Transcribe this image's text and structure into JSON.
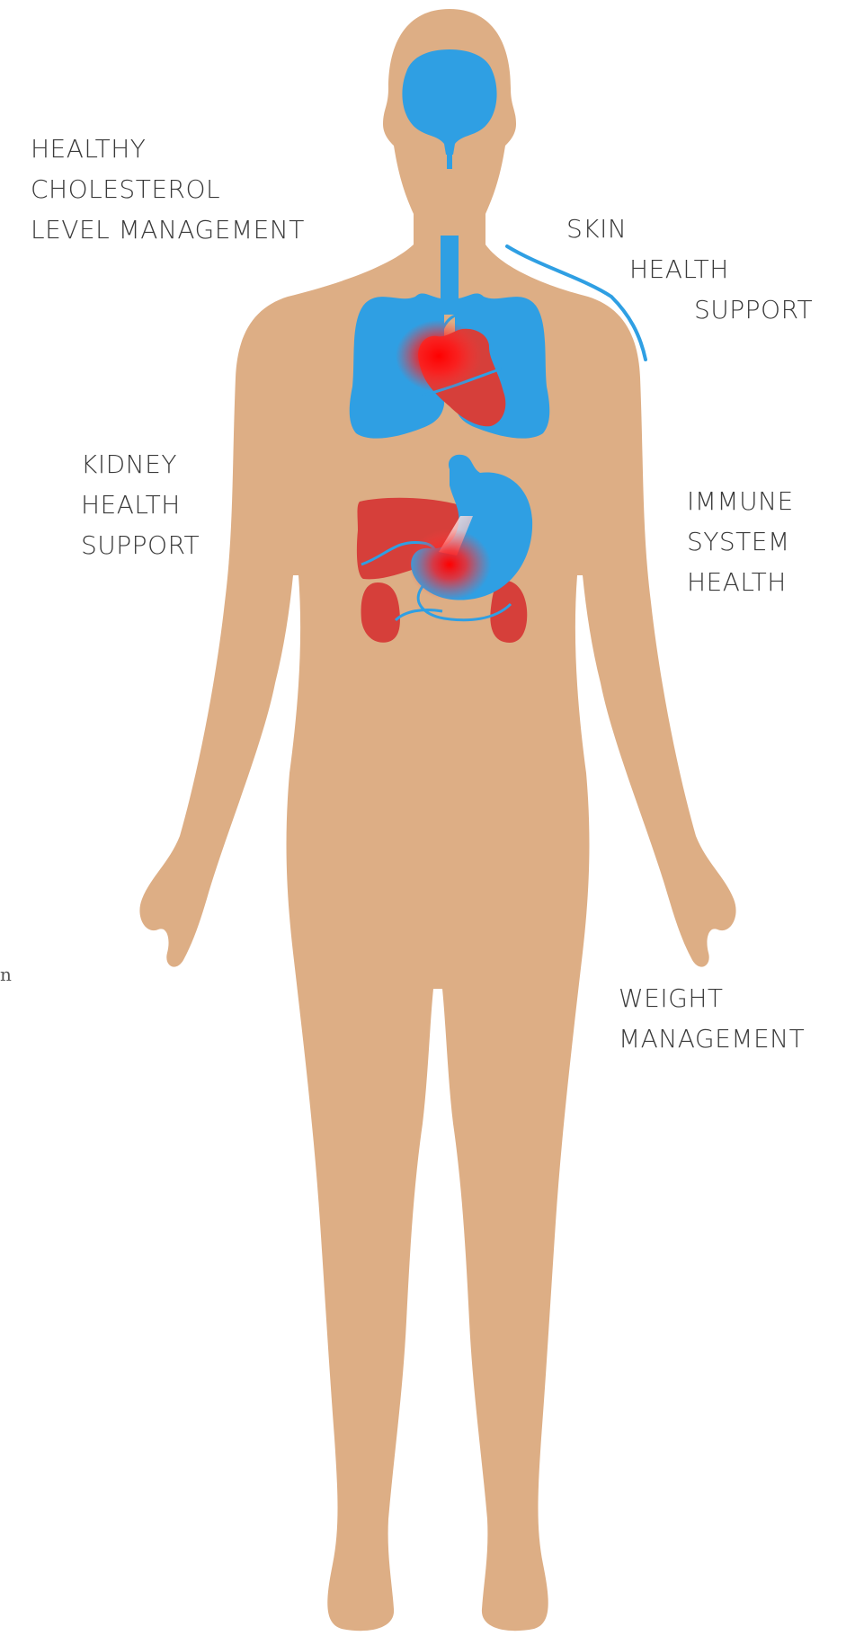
{
  "colors": {
    "skin": "#DDAE85",
    "organ_blue": "#2F9FE3",
    "organ_red": "#D63F3A",
    "glow_red": "#FF1A1A",
    "label_text": "#3A3A3A"
  },
  "labels": {
    "cholesterol": {
      "line1": "HEALTHY",
      "line2": "CHOLESTEROL",
      "line3": "LEVEL MANAGEMENT"
    },
    "skin": {
      "line1": "SKIN",
      "line2": "HEALTH",
      "line3": "SUPPORT"
    },
    "kidney": {
      "line1": "KIDNEY",
      "line2": "HEALTH",
      "line3": "SUPPORT"
    },
    "immune": {
      "line1": "IMMUNE",
      "line2": "SYSTEM",
      "line3": "HEALTH"
    },
    "weight": {
      "line1": "WEIGHT",
      "line2": "MANAGEMENT"
    }
  },
  "edge_fragments": {
    "left_char": "n"
  },
  "figure_parts": [
    "human-body-silhouette",
    "brain",
    "lungs",
    "heart",
    "liver",
    "stomach",
    "kidneys",
    "skin-line"
  ]
}
